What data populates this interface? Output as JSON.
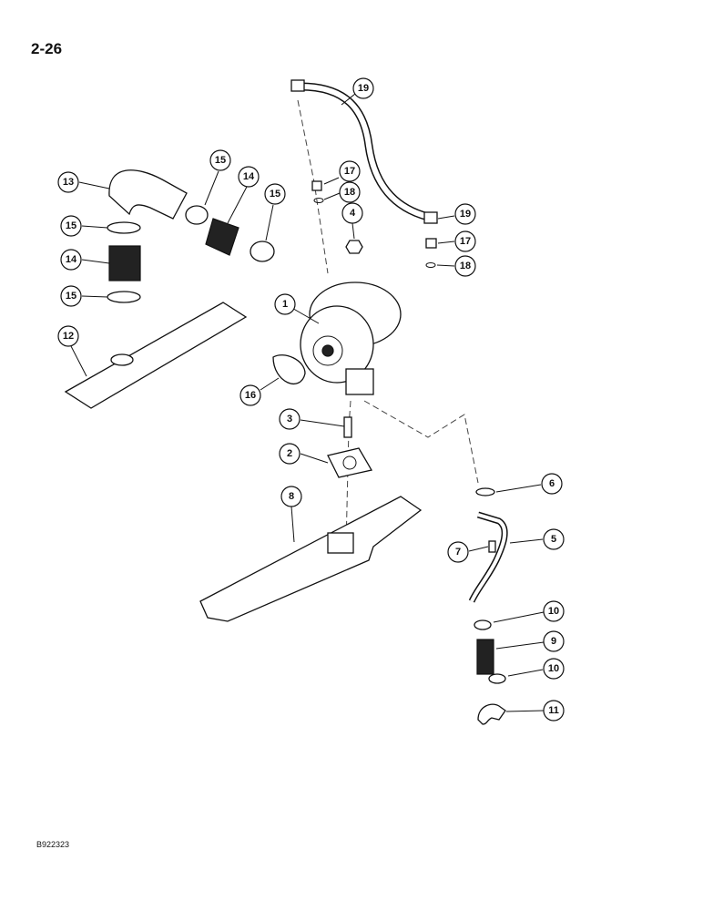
{
  "page": {
    "number": "2-26",
    "figure_code": "B922323"
  },
  "callouts": [
    {
      "id": "c1",
      "label": "1"
    },
    {
      "id": "c2",
      "label": "2"
    },
    {
      "id": "c3",
      "label": "3"
    },
    {
      "id": "c4",
      "label": "4"
    },
    {
      "id": "c5",
      "label": "5"
    },
    {
      "id": "c6",
      "label": "6"
    },
    {
      "id": "c7",
      "label": "7"
    },
    {
      "id": "c8",
      "label": "8"
    },
    {
      "id": "c9",
      "label": "9"
    },
    {
      "id": "c10a",
      "label": "10"
    },
    {
      "id": "c10b",
      "label": "10"
    },
    {
      "id": "c11",
      "label": "11"
    },
    {
      "id": "c12",
      "label": "12"
    },
    {
      "id": "c13",
      "label": "13"
    },
    {
      "id": "c14a",
      "label": "14"
    },
    {
      "id": "c14b",
      "label": "14"
    },
    {
      "id": "c15a",
      "label": "15"
    },
    {
      "id": "c15b",
      "label": "15"
    },
    {
      "id": "c15c",
      "label": "15"
    },
    {
      "id": "c15d",
      "label": "15"
    },
    {
      "id": "c16",
      "label": "16"
    },
    {
      "id": "c17a",
      "label": "17"
    },
    {
      "id": "c17b",
      "label": "17"
    },
    {
      "id": "c18a",
      "label": "18"
    },
    {
      "id": "c18b",
      "label": "18"
    },
    {
      "id": "c19a",
      "label": "19"
    },
    {
      "id": "c19b",
      "label": "19"
    }
  ]
}
